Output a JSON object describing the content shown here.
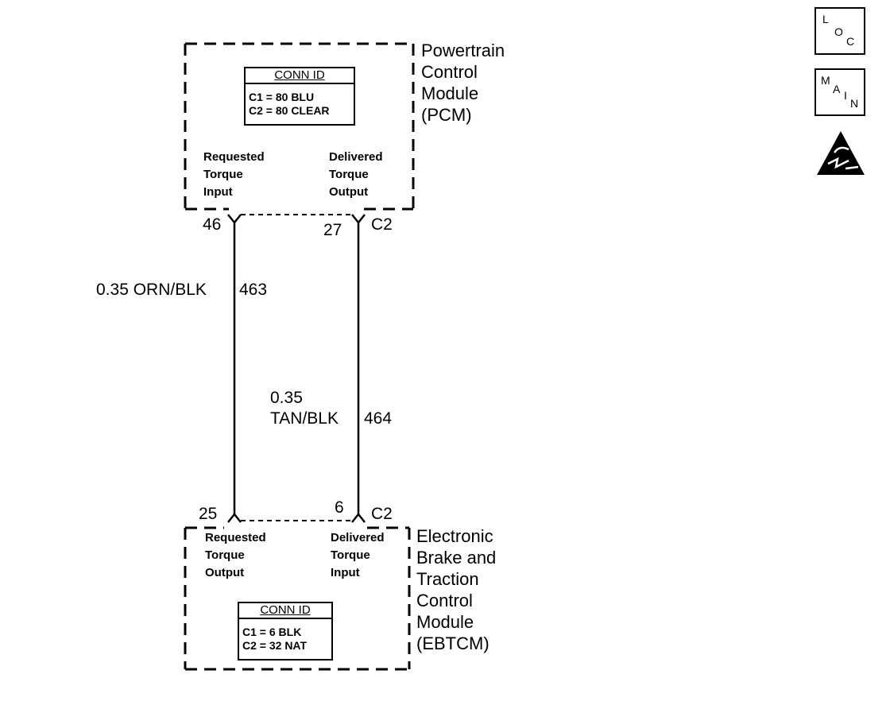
{
  "pcm": {
    "name": "Powertrain\nControl\nModule\n(PCM)",
    "conn_id_header": "CONN ID",
    "conn_rows": [
      "C1 = 80 BLU",
      "C2 = 80 CLEAR"
    ],
    "left_pin_label": "Requested\nTorque\nInput",
    "right_pin_label": "Delivered\nTorque\nOutput",
    "left_pin_number": "46",
    "right_pin_number": "27",
    "right_connector": "C2"
  },
  "ebtcm": {
    "name": "Electronic\nBrake and\nTraction\nControl\nModule\n(EBTCM)",
    "conn_id_header": "CONN ID",
    "conn_rows": [
      "C1 = 6 BLK",
      "C2 = 32 NAT"
    ],
    "left_pin_label": "Requested\nTorque\nOutput",
    "right_pin_label": "Delivered\nTorque\nInput",
    "left_pin_number": "25",
    "right_pin_number": "6",
    "right_connector": "C2"
  },
  "wires": [
    {
      "spec": "0.35 ORN/BLK",
      "circuit": "463"
    },
    {
      "spec": "0.35\nTAN/BLK",
      "circuit": "464"
    }
  ],
  "icons": {
    "loc": {
      "name": "loc-icon",
      "letters": [
        "L",
        "O",
        "C"
      ]
    },
    "main": {
      "name": "main-icon",
      "letters": [
        "M",
        "A",
        "I",
        "N"
      ]
    },
    "esd": {
      "name": "esd-warning-icon"
    }
  }
}
